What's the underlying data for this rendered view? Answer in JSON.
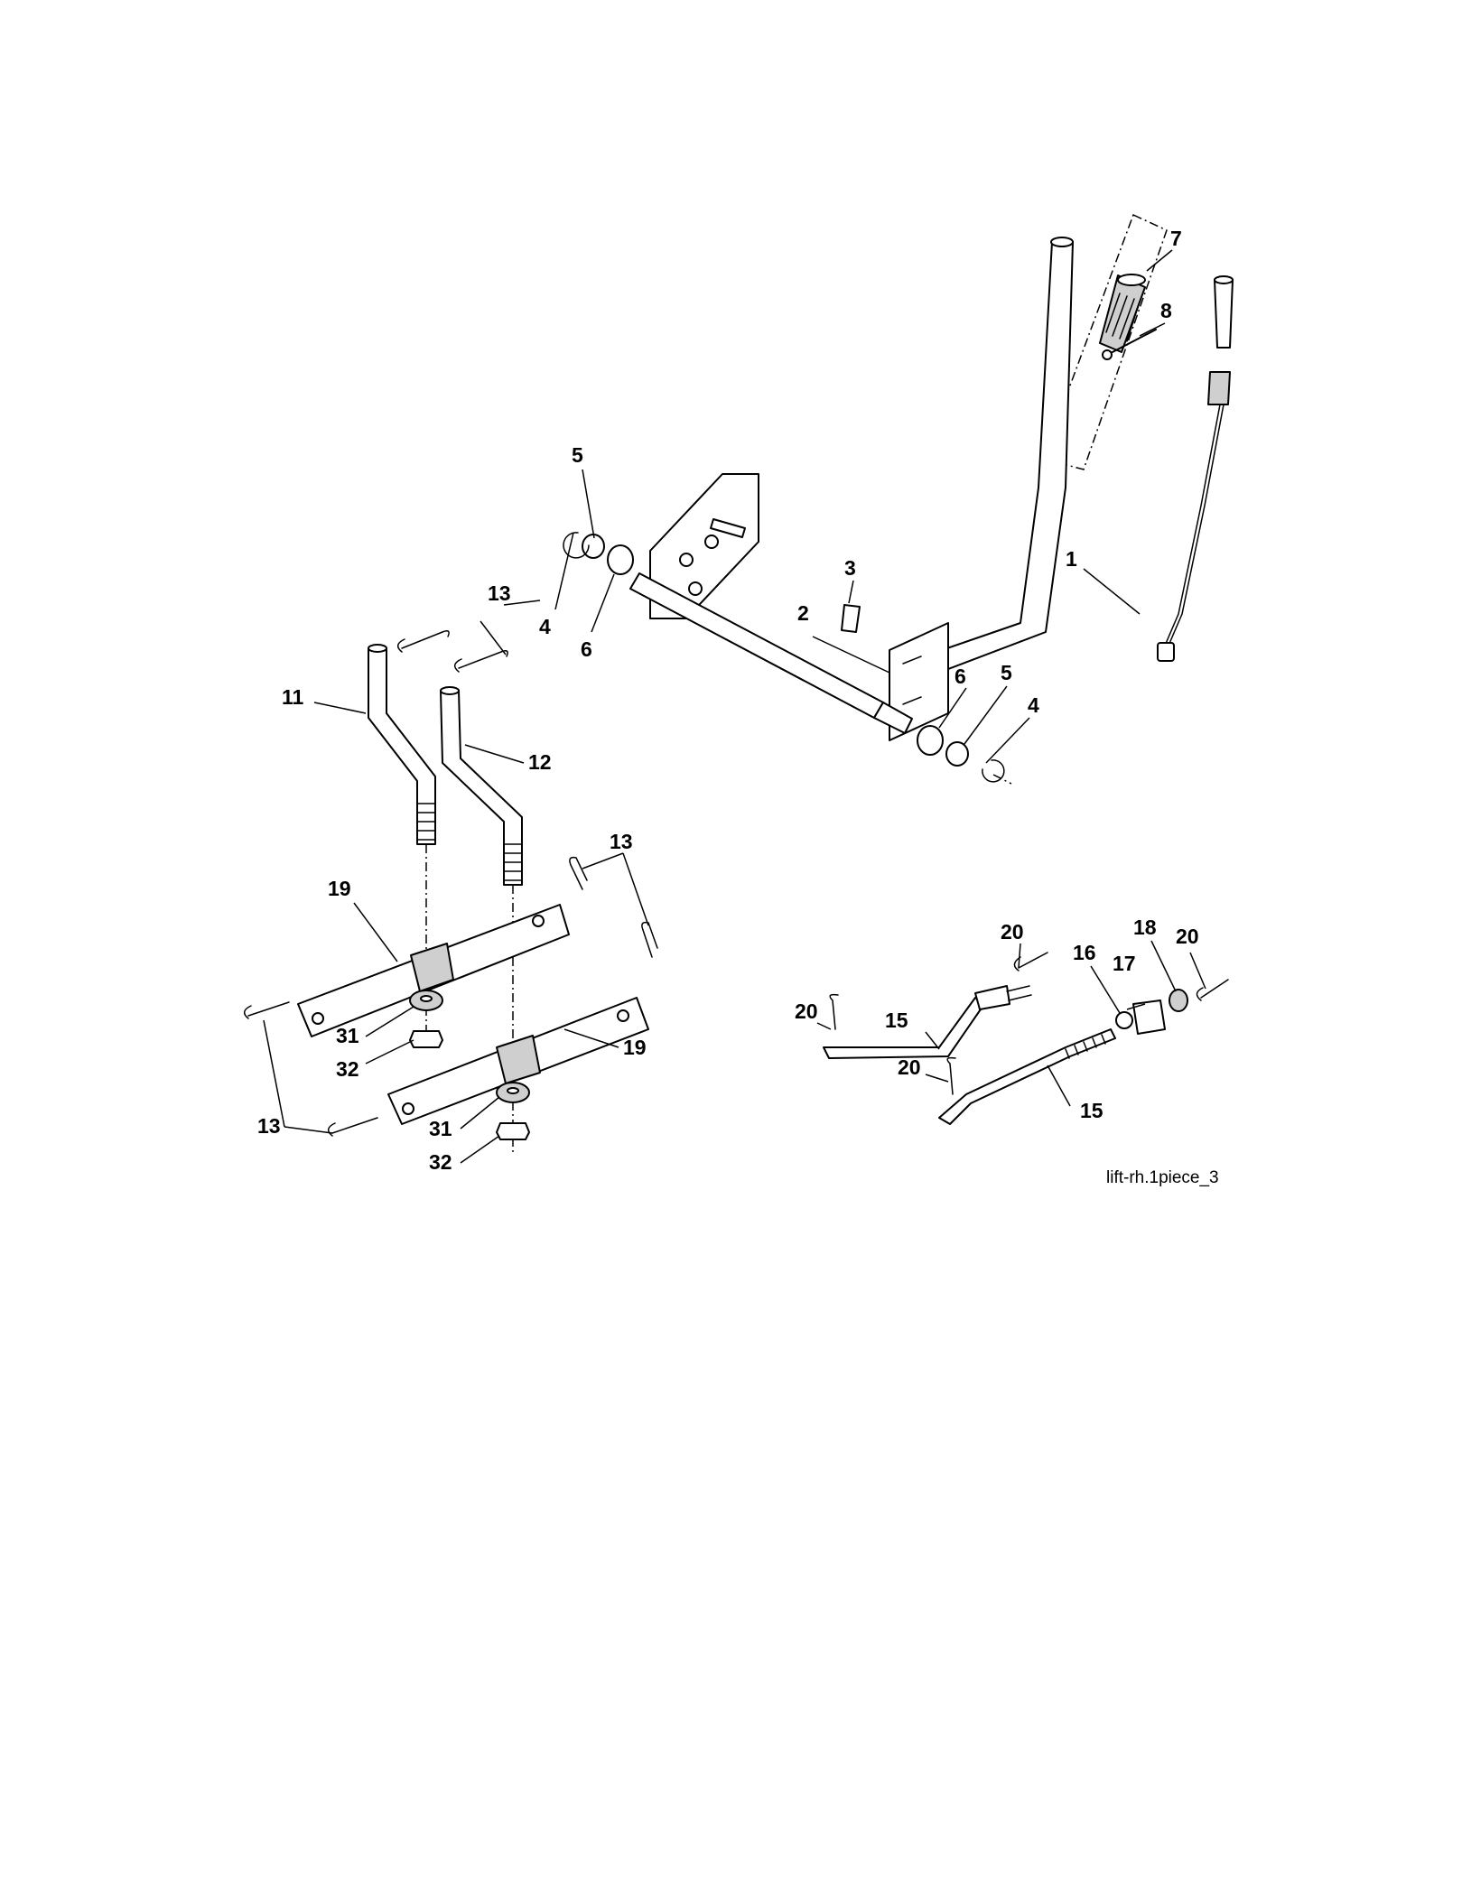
{
  "diagram": {
    "caption": "lift-rh.1piece_3",
    "callouts": {
      "c1": "1",
      "c2": "2",
      "c3": "3",
      "c4a": "4",
      "c4b": "4",
      "c5a": "5",
      "c5b": "5",
      "c6a": "6",
      "c6b": "6",
      "c7": "7",
      "c8": "8",
      "c11": "11",
      "c12": "12",
      "c13a": "13",
      "c13b": "13",
      "c13c": "13",
      "c15a": "15",
      "c15b": "15",
      "c16": "16",
      "c17": "17",
      "c18": "18",
      "c19a": "19",
      "c19b": "19",
      "c20a": "20",
      "c20b": "20",
      "c20c": "20",
      "c20d": "20",
      "c31a": "31",
      "c31b": "31",
      "c32a": "32",
      "c32b": "32"
    }
  }
}
